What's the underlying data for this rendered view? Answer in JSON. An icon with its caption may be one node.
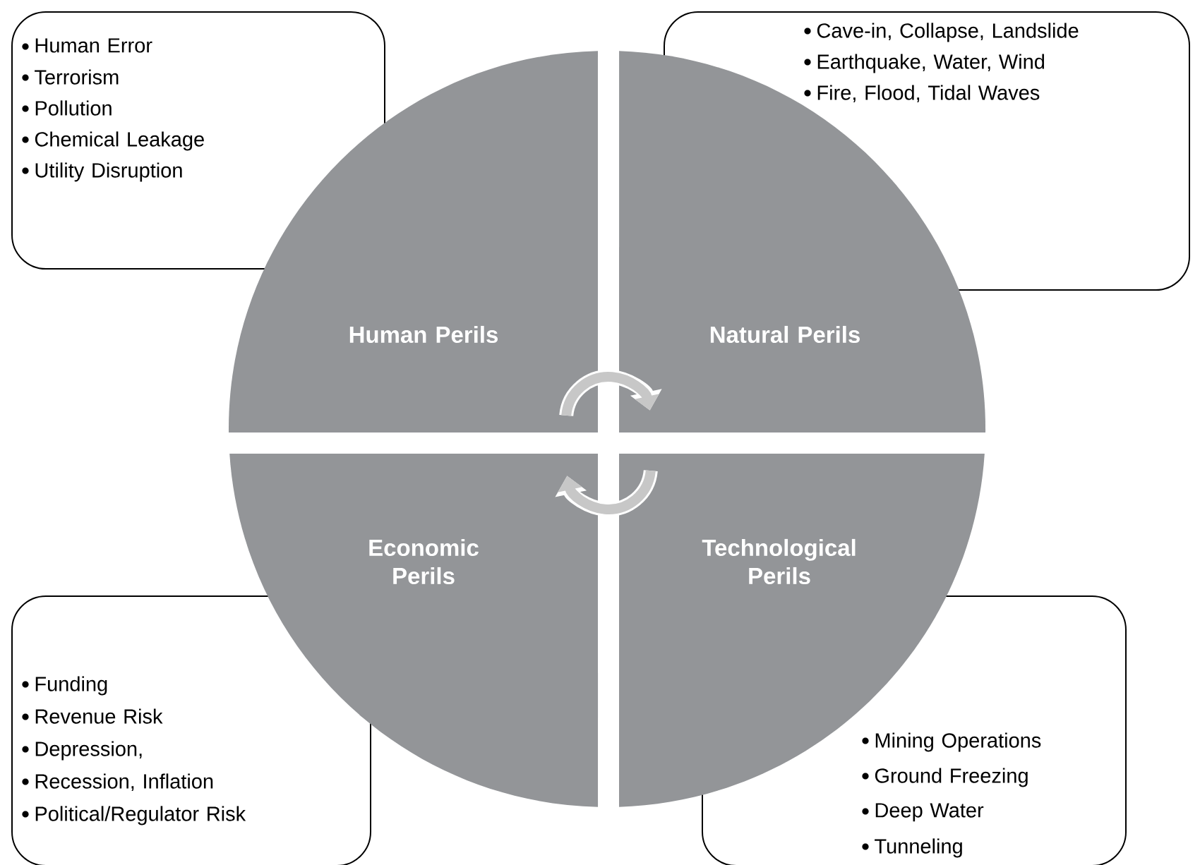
{
  "diagram": {
    "nodes": [
      {
        "text": [
          "Human Error",
          "Terrorism",
          "Pollution",
          "Chemical Leakage",
          "Utility Disruption"
        ]
      },
      {
        "text": [
          "Cave-in, Collapse, Landslide",
          "Earthquake, Water, Wind",
          "Fire, Flood, Tidal Waves"
        ]
      },
      {
        "text": [
          "Human Perils"
        ]
      },
      {
        "text": [
          "Natural Perils"
        ]
      },
      {
        "text": [
          "Economic Perils"
        ]
      },
      {
        "text": [
          "Technological Perils"
        ]
      },
      {
        "text": [
          "Funding",
          "Revenue Risk",
          "Depression,",
          "Recession, Inflation",
          "Political/Regulator Risk"
        ]
      },
      {
        "text": [
          "Mining Operations",
          "Ground Freezing",
          "Deep Water",
          "Tunneling"
        ]
      }
    ],
    "edges": [
      {
        "from": 2,
        "to": 3,
        "arrow": "to"
      },
      {
        "from": 5,
        "to": 4,
        "arrow": "to"
      }
    ]
  }
}
